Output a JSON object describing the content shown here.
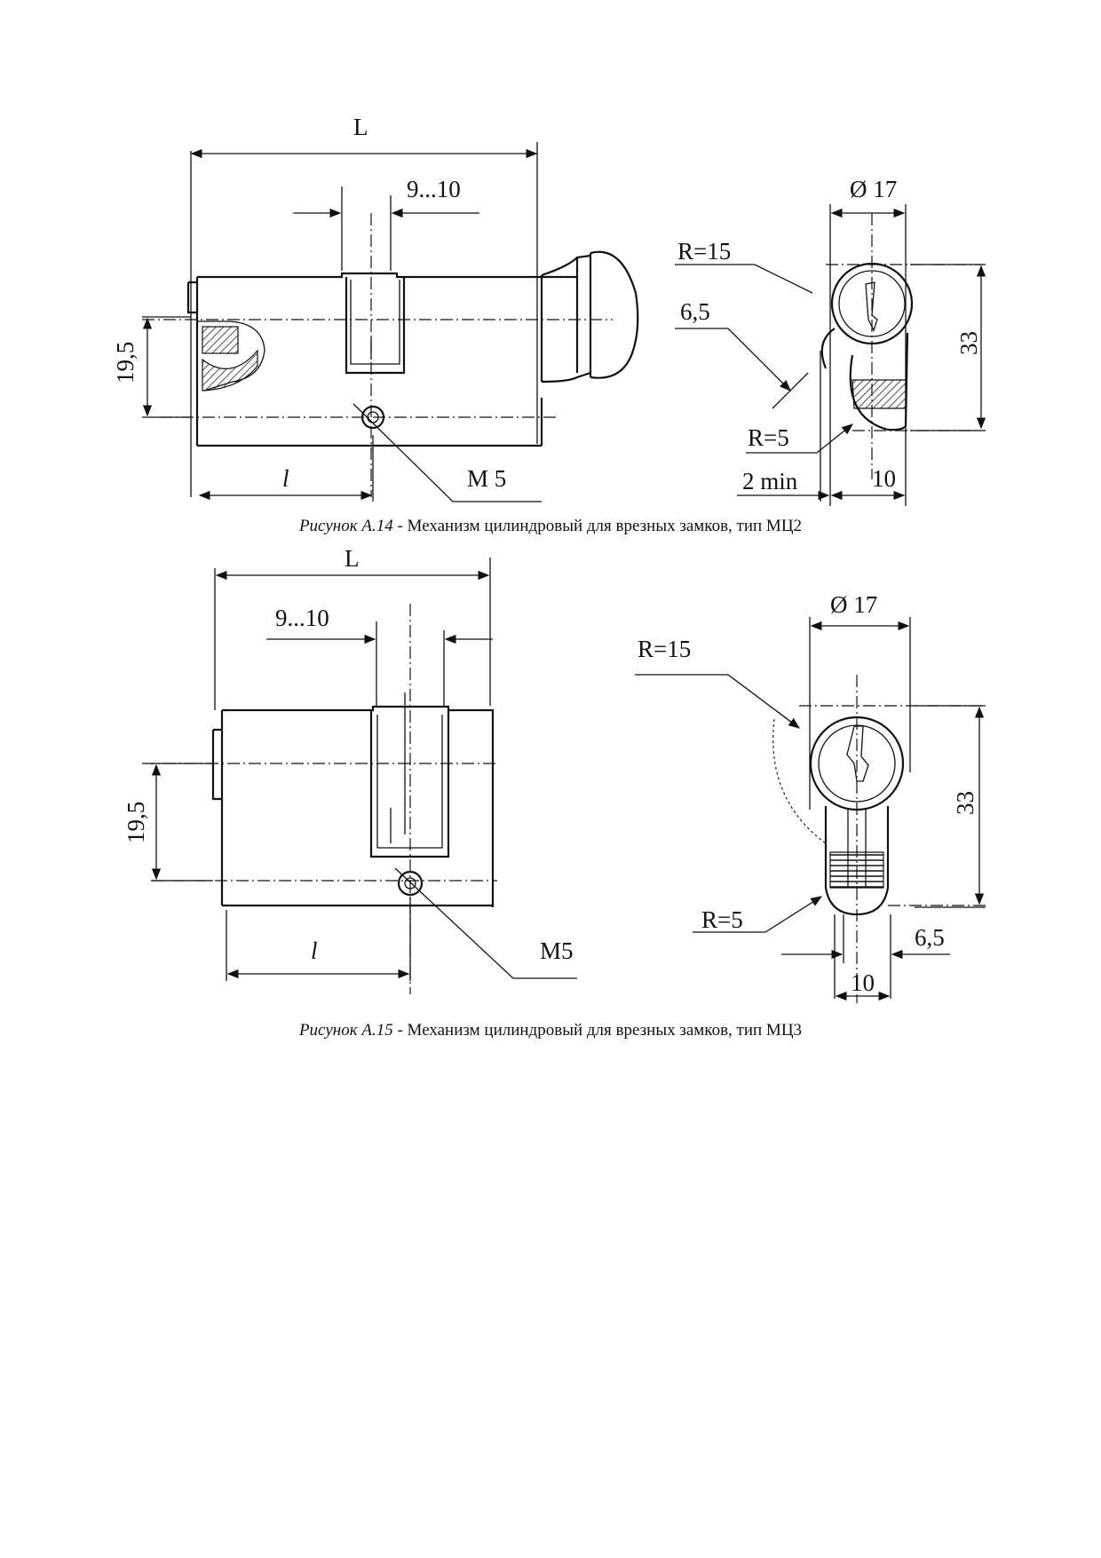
{
  "figures": [
    {
      "caption_label": "Рисунок А.14",
      "caption_text": " - Механизм цилиндровый для врезных замков, тип МЦ2",
      "dims": {
        "L": "L",
        "slot": "9...10",
        "height": "19,5",
        "l": "l",
        "thread": "M 5",
        "diameter": "Ø 17",
        "r15": "R=15",
        "w65": "6,5",
        "h33": "33",
        "r5": "R=5",
        "min2": "2 min",
        "w10": "10"
      }
    },
    {
      "caption_label": "Рисунок А.15",
      "caption_text": " - Механизм цилиндровый для врезных замков, тип МЦ3",
      "dims": {
        "L": "L",
        "slot": "9...10",
        "height": "19,5",
        "l": "l",
        "thread": "M5",
        "diameter": "Ø 17",
        "r15": "R=15",
        "w65": "6,5",
        "h33": "33",
        "r5": "R=5",
        "w10": "10"
      }
    }
  ]
}
